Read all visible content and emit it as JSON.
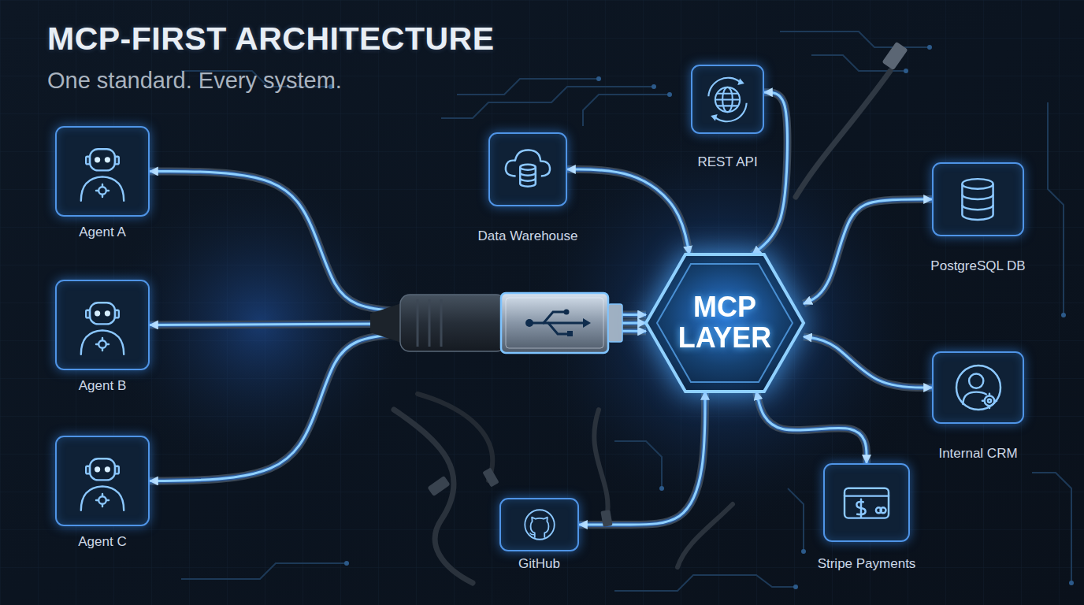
{
  "diagram": {
    "title": "MCP-FIRST ARCHITECTURE",
    "nodes": [
      {
        "text": [
          "Agent A"
        ]
      },
      {
        "text": [
          "Agent B"
        ]
      },
      {
        "text": [
          "Agent C"
        ]
      },
      {
        "text": [
          "Data Warehouse"
        ]
      },
      {
        "text": [
          "REST API"
        ]
      },
      {
        "text": [
          "MCP LAYER"
        ]
      },
      {
        "text": [
          "PostgreSQL DB"
        ]
      },
      {
        "text": [
          "Internal CRM"
        ]
      },
      {
        "text": [
          "GitHub"
        ]
      },
      {
        "text": [
          "Stripe Payments"
        ]
      }
    ],
    "edges": [
      {
        "from": 0,
        "to": 5,
        "arrow": "both"
      },
      {
        "from": 1,
        "to": 5,
        "arrow": "both"
      },
      {
        "from": 2,
        "to": 5,
        "arrow": "both"
      },
      {
        "from": 5,
        "to": 3,
        "arrow": "both"
      },
      {
        "from": 5,
        "to": 4,
        "arrow": "both"
      },
      {
        "from": 5,
        "to": 6,
        "arrow": "both"
      },
      {
        "from": 5,
        "to": 7,
        "arrow": "both"
      },
      {
        "from": 5,
        "to": 8,
        "arrow": "both"
      },
      {
        "from": 5,
        "to": 9,
        "arrow": "both"
      }
    ],
    "labels": [
      "One standard. Every system."
    ]
  }
}
